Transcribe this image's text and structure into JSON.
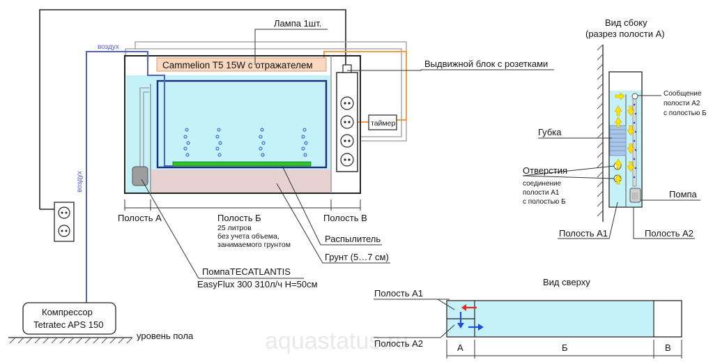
{
  "watermark": "aquastatus.ru",
  "labels": {
    "air_top": "воздух",
    "air_side": "воздух",
    "lamp": "Лампа 1шт.",
    "lamp_model": "Cammelion T5 15W с отражателем",
    "outlet_block": "Выдвижной блок с розетками",
    "timer": "таймер",
    "cavity_a": "Полость А",
    "cavity_b": "Полость Б",
    "cavity_b_note_1": "25 литров",
    "cavity_b_note_2": "без учета объема,",
    "cavity_b_note_3": "занимаемого грунтом",
    "cavity_v": "Полость В",
    "diffuser": "Распылитель",
    "soil": "Грунт (5…7 см)",
    "pump_model_1": "ПомпаTECATLANTIS",
    "pump_model_2": "EasyFlux 300 310л/ч H=50см",
    "compressor_1": "Компрессор",
    "compressor_2": "Tetratec APS 150",
    "floor": "уровень пола"
  },
  "side_view": {
    "title_1": "Вид сбоку",
    "title_2": "(разрез полости А)",
    "message_1": "Сообщение",
    "message_2": "полости А2",
    "message_3": "с полостью Б",
    "sponge": "Губка",
    "holes": "Отверстия",
    "holes_note_1": "соединение",
    "holes_note_2": "полости А1",
    "holes_note_3": "с полостью Б",
    "pump": "Помпа",
    "a1": "Полость А1",
    "a2": "Полость А2"
  },
  "top_view": {
    "title": "Вид сверху",
    "a1": "Полость А1",
    "a2": "Полость А2",
    "col_a": "А",
    "col_b": "Б",
    "col_v": "В"
  },
  "colors": {
    "water": "#c5f1f8",
    "soil": "#e6d2d0",
    "lamp": "#fbd9c0",
    "lamp_border": "#d99a7a",
    "orange_wire": "#f29a46",
    "blue_air": "#4f5fd0",
    "dark_navy": "#1c2b7a",
    "green": "#2ec42e",
    "arrow_yellow": "#ffe300",
    "arrow_red": "#e12b2b",
    "arrow_blue": "#1a4fd6"
  }
}
